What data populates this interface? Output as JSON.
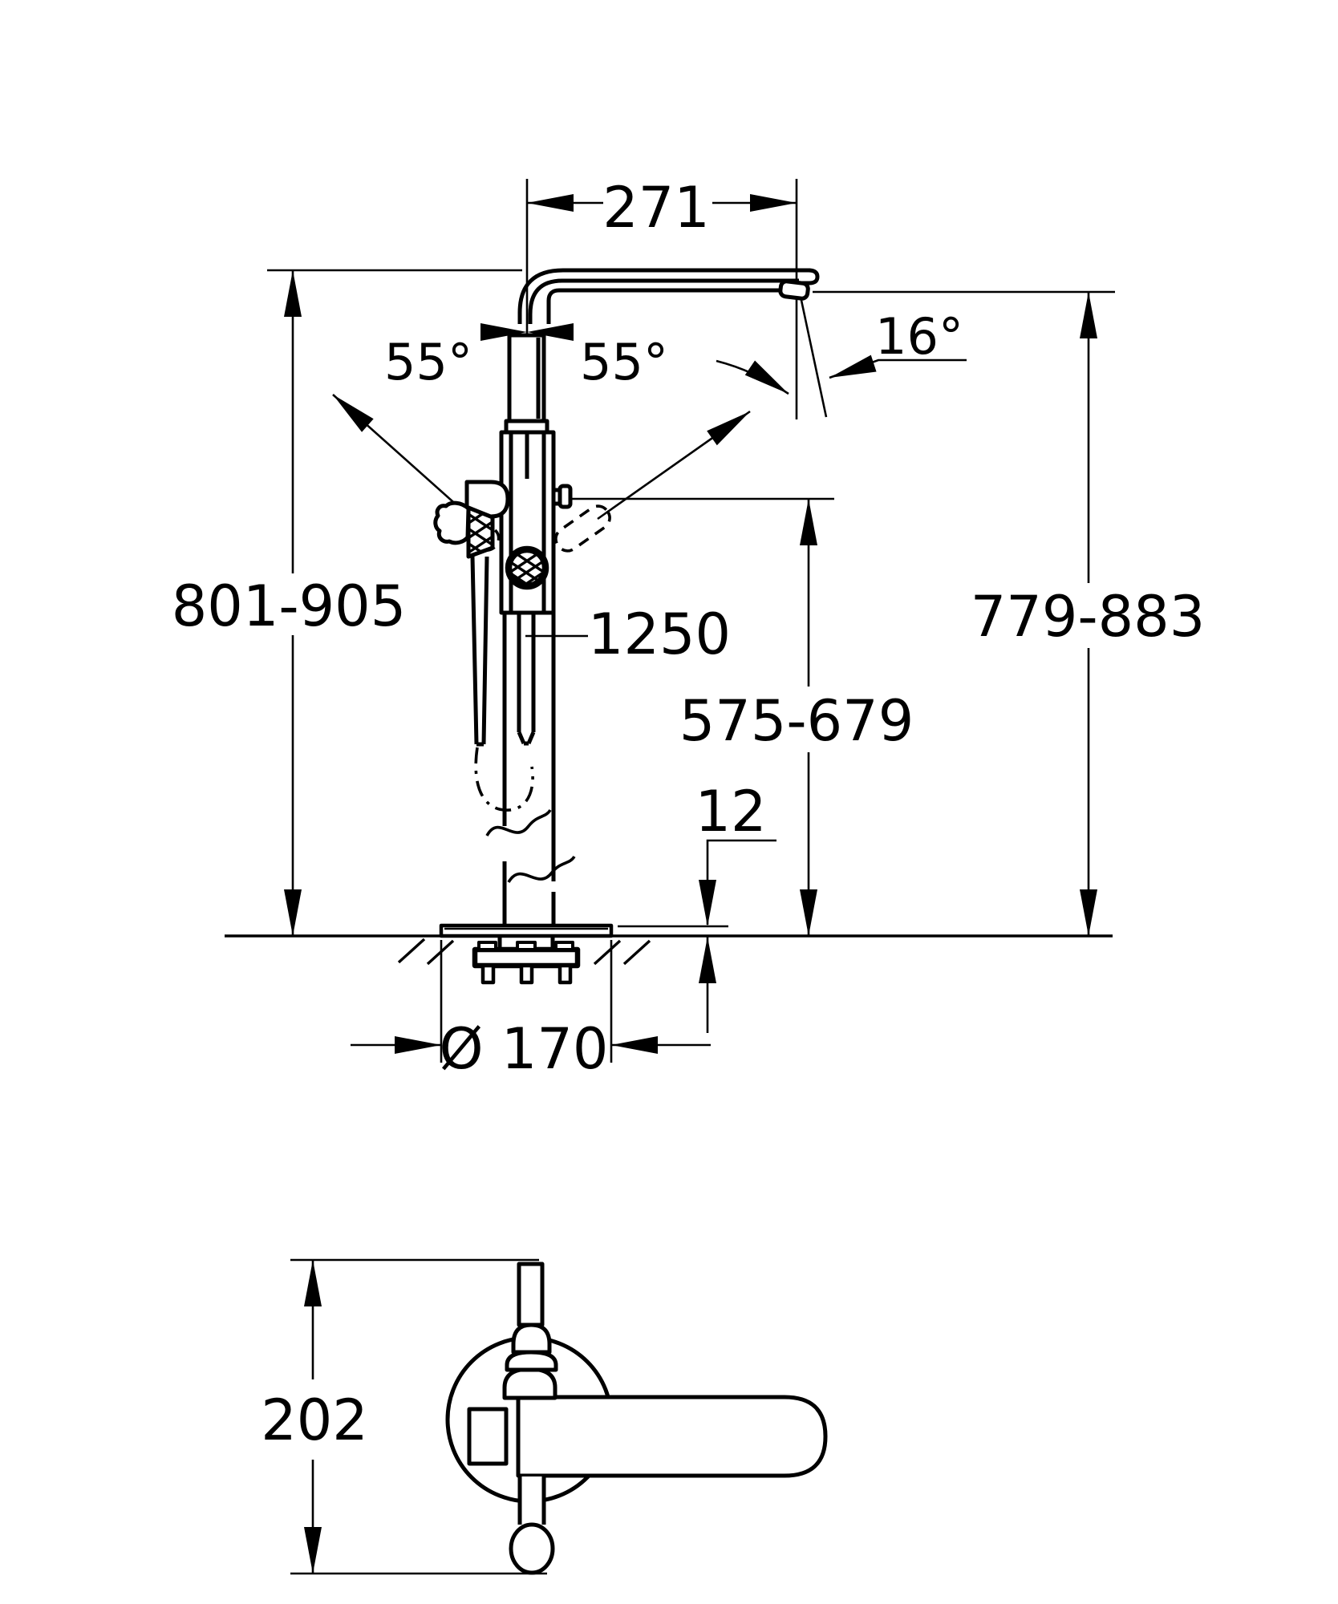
{
  "drawing": {
    "dimensions": {
      "spout_reach": "271",
      "swivel_angle_left": "55°",
      "swivel_angle_right": "55°",
      "spout_tilt_angle": "16°",
      "overall_height_range": "801-905",
      "hose_length": "1250",
      "spout_outlet_height_range": "779-883",
      "diverter_height_range": "575-679",
      "base_plate_thickness": "12",
      "base_plate_diameter": "Ø 170",
      "plan_view_depth": "202"
    }
  }
}
